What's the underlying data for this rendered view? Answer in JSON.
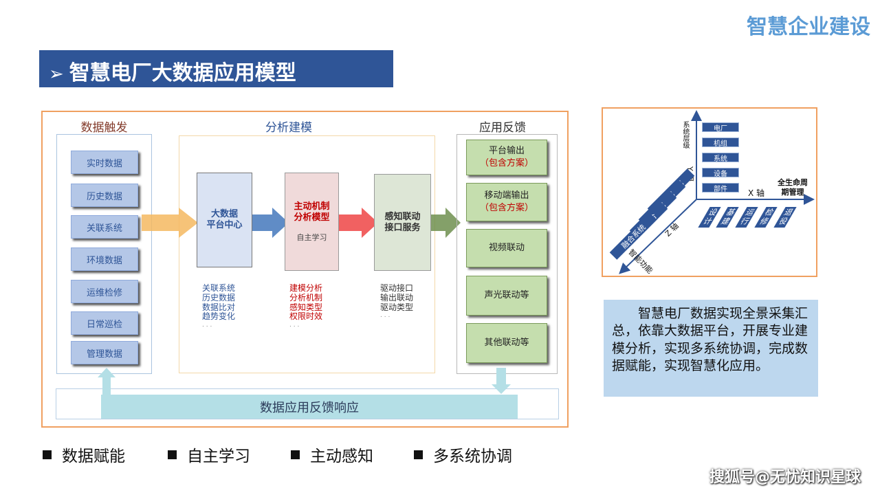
{
  "header": {
    "brand": "智慧企业建设",
    "title_arrow": "➢",
    "title": "智慧电厂大数据应用模型"
  },
  "diagram": {
    "col_input": "数据触发",
    "col_analysis": "分析建模",
    "col_output": "应用反馈",
    "sources": [
      "实时数据",
      "历史数据",
      "关联系统",
      "环境数据",
      "运维检修",
      "日常巡检",
      "管理数据"
    ],
    "modules": [
      {
        "l1": "大数据",
        "l2": "平台中心",
        "sub": ""
      },
      {
        "l1": "主动机制",
        "l2": "分析模型",
        "sub": "自主学习"
      },
      {
        "l1": "感知联动",
        "l2": "接口服务",
        "sub": ""
      }
    ],
    "notes": [
      [
        "关联系统",
        "历史数据",
        "数据比对",
        "趋势变化",
        ". . ."
      ],
      [
        "建模分析",
        "分析机制",
        "感知类型",
        "权限时效",
        ". . ."
      ],
      [
        "驱动接口",
        "输出联动",
        "驱动类型",
        ". . ."
      ]
    ],
    "outputs": [
      {
        "label": "平台输出",
        "sub": "（包含方案）"
      },
      {
        "label": "移动端输出",
        "sub": "（包含方案）"
      },
      {
        "label": "视频联动",
        "sub": ""
      },
      {
        "label": "声光联动等",
        "sub": ""
      },
      {
        "label": "其他联动等",
        "sub": ""
      }
    ],
    "feedback": "数据应用反馈响应"
  },
  "bullets": [
    "数据赋能",
    "自主学习",
    "主动感知",
    "多系统协调"
  ],
  "axis": {
    "y_axis_label": "Y 轴",
    "y_axis_title": "系统层级",
    "y_items": [
      "电厂",
      "机组",
      "系统",
      "设备",
      "部件"
    ],
    "x_axis_label": "X 轴",
    "x_axis_title_l1": "全生命周",
    "x_axis_title_l2": "期管理",
    "x_items": [
      "设计",
      "基建",
      "运行",
      "检修",
      "退役"
    ],
    "z_axis_label": "Z 轴",
    "z_axis_title": "智能功能",
    "z_items": [
      "数据集成",
      "系统集成",
      "业务集成",
      "信息融合",
      "融合系统"
    ]
  },
  "summary": "智慧电厂数据实现全景采集汇总，依靠大数据平台，开展专业建模分析，实现多系统协调，完成数据赋能，实现智慧化应用。",
  "watermark": "搜狐号@无忧知识星球",
  "colors": {
    "title_bg": "#2f5597",
    "frame": "#f0a060",
    "brand": "#5b9bd5"
  }
}
